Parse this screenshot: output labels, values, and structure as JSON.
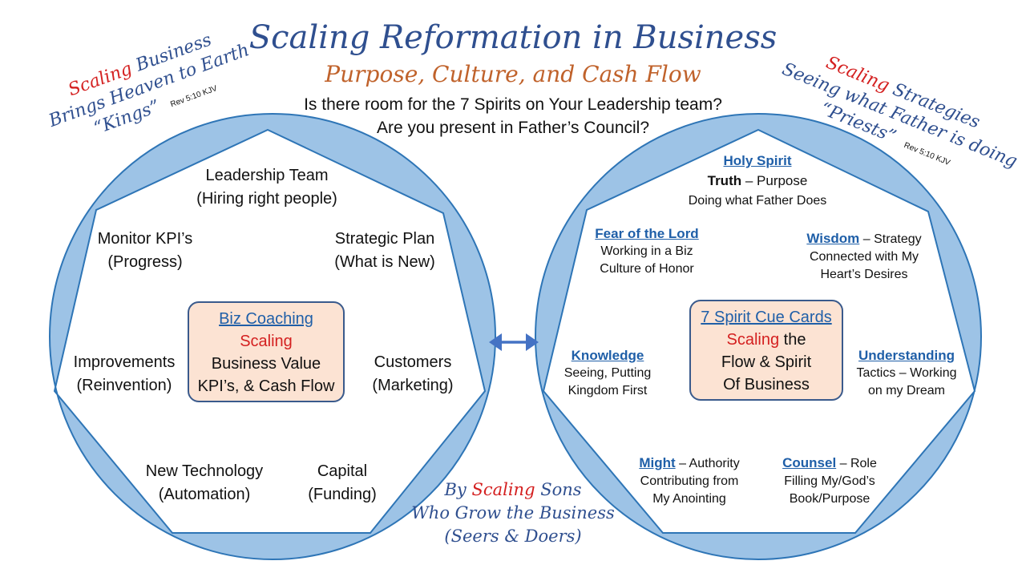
{
  "title": "Scaling Reformation in Business",
  "subtitle": "Purpose, Culture, and Cash Flow",
  "question_line1": "Is there room for the 7 Spirits on Your Leadership team?",
  "question_line2": "Are you present in Father’s Council?",
  "left_note": {
    "word_scaling": "Scaling",
    "word_business": " Business",
    "line2": "Brings Heaven to Earth",
    "line3": "“Kings”",
    "ref": "Rev 5:10 KJV"
  },
  "right_note": {
    "word_scaling": "Scaling",
    "word_strategies": " Strategies",
    "line2": "Seeing what Father is doing",
    "line3": "“Priests”",
    "ref": "Rev 5:10 KJV"
  },
  "left_circle": {
    "top": {
      "line1": "Leadership Team",
      "line2": "(Hiring right people)"
    },
    "upper_left": {
      "line1": "Monitor KPI’s",
      "line2": "(Progress)"
    },
    "upper_right": {
      "line1": "Strategic Plan",
      "line2": "(What is New)"
    },
    "mid_left": {
      "line1": "Improvements",
      "line2": "(Reinvention)"
    },
    "mid_right": {
      "line1": "Customers",
      "line2": "(Marketing)"
    },
    "lower_left": {
      "line1": "New Technology",
      "line2": "(Automation)"
    },
    "lower_right": {
      "line1": "Capital",
      "line2": "(Funding)"
    },
    "center": {
      "link": "Biz Coaching",
      "scaling": "Scaling",
      "line3": "Business Value",
      "line4": "KPI’s, & Cash Flow"
    }
  },
  "right_circle": {
    "holy_spirit": {
      "head": "Holy Spirit",
      "bold": "Truth",
      "rest": " – Purpose",
      "line3": "Doing what Father Does"
    },
    "fear": {
      "head": "Fear of the Lord",
      "line2": "Working in a Biz",
      "line3": "Culture of Honor"
    },
    "wisdom": {
      "head": "Wisdom",
      "rest": " – Strategy",
      "line2": "Connected with My",
      "line3": "Heart’s Desires"
    },
    "knowledge": {
      "head": "Knowledge",
      "line2": "Seeing, Putting",
      "line3": "Kingdom First"
    },
    "understanding": {
      "head": "Understanding",
      "line2": "Tactics – Working",
      "line3": "on my Dream"
    },
    "might": {
      "head": "Might",
      "rest": " – Authority",
      "line2": "Contributing from",
      "line3": "My Anointing"
    },
    "counsel": {
      "head": "Counsel",
      "rest": " – Role",
      "line2": "Filling My/God’s",
      "line3": "Book/Purpose"
    },
    "center": {
      "link": "7 Spirit Cue Cards",
      "scaling": "Scaling",
      "the": " the",
      "line3": "Flow & Spirit",
      "line4": "Of Business"
    }
  },
  "bottom_note": {
    "by": "By ",
    "scaling": "Scaling",
    "sons": " Sons",
    "line2": "Who Grow the Business",
    "line3": "(Seers & Doers)"
  },
  "colors": {
    "ring_fill": "#9DC3E6",
    "ring_stroke": "#2E75B6",
    "arrow": "#4472C4",
    "box_fill": "#FCE3D3",
    "accent_red": "#D42020",
    "title_blue": "#2F4F8F",
    "subtitle_orange": "#C0622B"
  }
}
